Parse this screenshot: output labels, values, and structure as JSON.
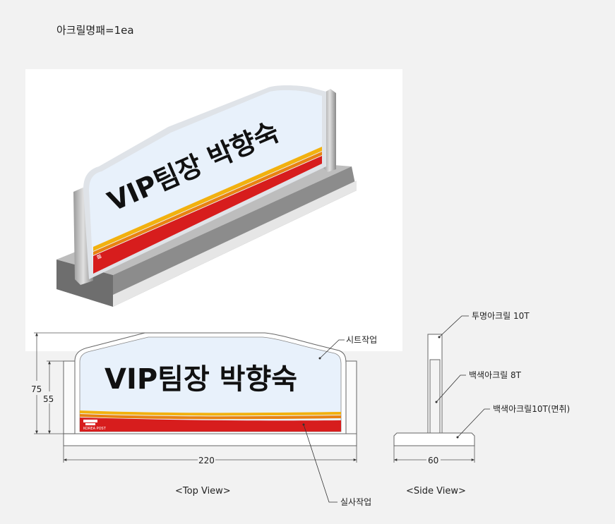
{
  "header": {
    "title": "아크릴명패=1ea"
  },
  "sign": {
    "text": "VIP팀장 박향숙",
    "logo_text": "KOREA POST",
    "colors": {
      "panel": "#e8f1fb",
      "red_band": "#d71d1d",
      "yellow_stripe": "#f2b10f",
      "orange_stripe": "#e98212",
      "base": "#8c8c8c",
      "logo_red": "#d71d1d"
    }
  },
  "annotations": {
    "sheet": "시트작업",
    "photo": "실사작업",
    "clear_acrylic": "투명아크릴 10T",
    "white_acrylic": "백색아크릴 8T",
    "white_acrylic_base": "백색아크릴10T(면취)"
  },
  "dimensions": {
    "width": "220",
    "height_total": "75",
    "height_panel": "55",
    "depth": "60"
  },
  "views": {
    "top": "<Top View>",
    "side": "<Side View>"
  }
}
